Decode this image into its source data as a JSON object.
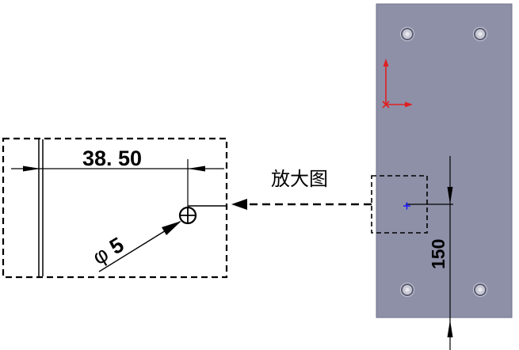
{
  "colors": {
    "plate": "#8e90a8",
    "hole_ring": "#5b5d72",
    "hole_center": "#e8e8ee",
    "axis_red": "#e02020",
    "point_blue": "#1a1aff",
    "line": "#000000"
  },
  "labels": {
    "zoom_caption": "放大图",
    "horizontal_dimension": "38. 50",
    "diameter_symbol": "φ",
    "diameter_value": "5",
    "vertical_dimension": "150"
  },
  "icons": {
    "arrow": "leftward-dashed-arrow",
    "axis": "xy-coordinate-axis-icon"
  }
}
